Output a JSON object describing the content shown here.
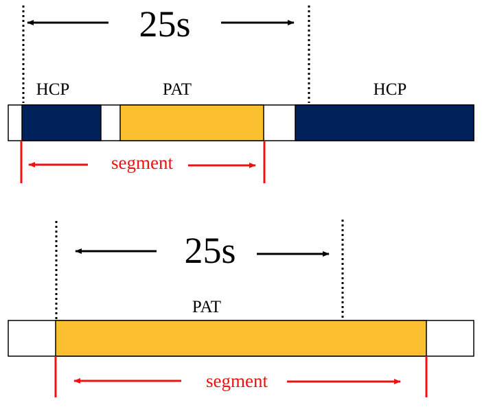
{
  "colors": {
    "hcp": "#00215c",
    "pat": "#fcbf2f",
    "blank": "#ffffff",
    "segment": "#ee1111",
    "ink": "#000000"
  },
  "top_panel": {
    "duration": "25s",
    "hcp_left_label": "HCP",
    "pat_label": "PAT",
    "hcp_right_label": "HCP",
    "segment_label": "segment"
  },
  "bottom_panel": {
    "duration": "25s",
    "pat_label": "PAT",
    "segment_label": "segment"
  }
}
